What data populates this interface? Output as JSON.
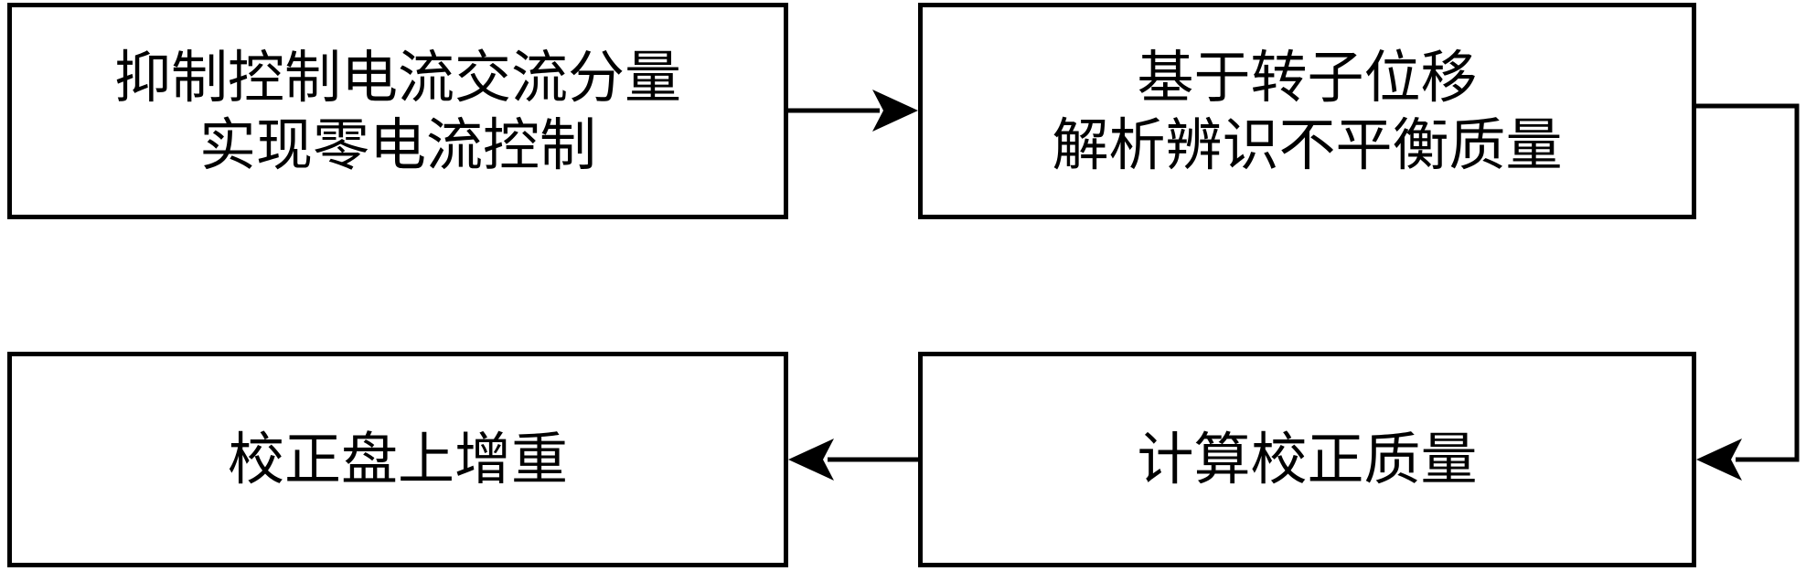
{
  "diagram": {
    "nodes": [
      {
        "id": "node-1",
        "lines": [
          "抑制控制电流交流分量",
          "实现零电流控制"
        ]
      },
      {
        "id": "node-2",
        "lines": [
          "基于转子位移",
          "解析辨识不平衡质量"
        ]
      },
      {
        "id": "node-3",
        "lines": [
          "计算校正质量"
        ]
      },
      {
        "id": "node-4",
        "lines": [
          "校正盘上增重"
        ]
      }
    ],
    "edges": [
      {
        "from": "node-1",
        "to": "node-2"
      },
      {
        "from": "node-2",
        "to": "node-3"
      },
      {
        "from": "node-3",
        "to": "node-4"
      }
    ]
  }
}
